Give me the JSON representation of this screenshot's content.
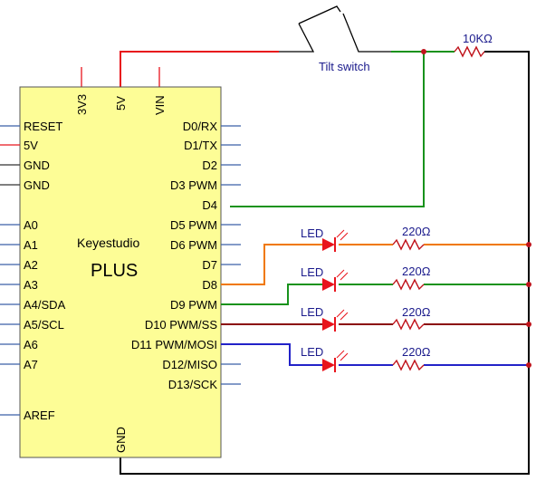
{
  "board": {
    "brand": "Keyestudio",
    "model": "PLUS",
    "top_pins": [
      "3V3",
      "5V",
      "VIN"
    ],
    "bottom_pin": "GND",
    "left_pins": [
      "RESET",
      "5V",
      "GND",
      "GND",
      "A0",
      "A1",
      "A2",
      "A3",
      "A4/SDA",
      "A5/SCL",
      "A6",
      "A7",
      "AREF"
    ],
    "right_pins": [
      "D0/RX",
      "D1/TX",
      "D2",
      "D3 PWM",
      "D4",
      "D5 PWM",
      "D6 PWM",
      "D7",
      "D8",
      "D9 PWM",
      "D10 PWM/SS",
      "D11 PWM/MOSI",
      "D12/MISO",
      "D13/SCK"
    ]
  },
  "tilt_switch": {
    "label": "Tilt switch"
  },
  "pullup_resistor": {
    "label": "10KΩ"
  },
  "led_circuits": [
    {
      "led_label": "LED",
      "resistor_label": "220Ω",
      "pin": "D8",
      "wire_color": "#f07800"
    },
    {
      "led_label": "LED",
      "resistor_label": "220Ω",
      "pin": "D9 PWM",
      "wire_color": "#18921c"
    },
    {
      "led_label": "LED",
      "resistor_label": "220Ω",
      "pin": "D10 PWM/SS",
      "wire_color": "#8b0a0a"
    },
    {
      "led_label": "LED",
      "resistor_label": "220Ω",
      "pin": "D11 PWM/MOSI",
      "wire_color": "#2222c8"
    }
  ],
  "colors": {
    "board_fill": "#fdfd96",
    "wire_5v": "#e8141c",
    "wire_d4": "#18921c",
    "wire_gnd": "#000000",
    "led_red": "#e8141c"
  }
}
